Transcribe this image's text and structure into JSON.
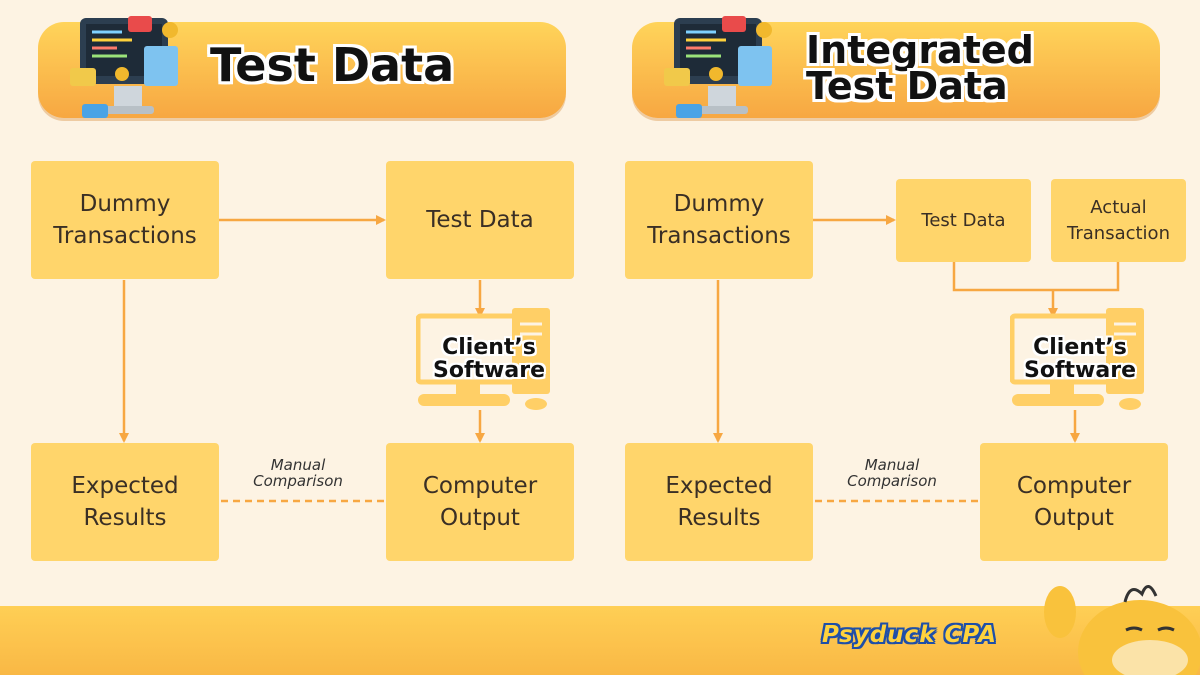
{
  "colors": {
    "box": "#ffd56b",
    "arrow": "#f7a742",
    "banner": "#f9b845",
    "background": "#fdf3e3"
  },
  "left": {
    "title": "Test Data",
    "icon": "coding-monitor-icon",
    "dummy": "Dummy\nTransactions",
    "test_data": "Test Data",
    "software": "Client’s\nSoftware",
    "expected": "Expected\nResults",
    "output": "Computer\nOutput",
    "manual": "Manual\nComparison"
  },
  "right": {
    "title": "Integrated\nTest Data",
    "icon": "coding-monitor-icon",
    "dummy": "Dummy\nTransactions",
    "test_data": "Test Data",
    "actual": "Actual\nTransaction",
    "software": "Client’s\nSoftware",
    "expected": "Expected\nResults",
    "output": "Computer\nOutput",
    "manual": "Manual\nComparison"
  },
  "footer": {
    "brand": "Psyduck CPA",
    "mascot": "duck-mascot-icon"
  }
}
